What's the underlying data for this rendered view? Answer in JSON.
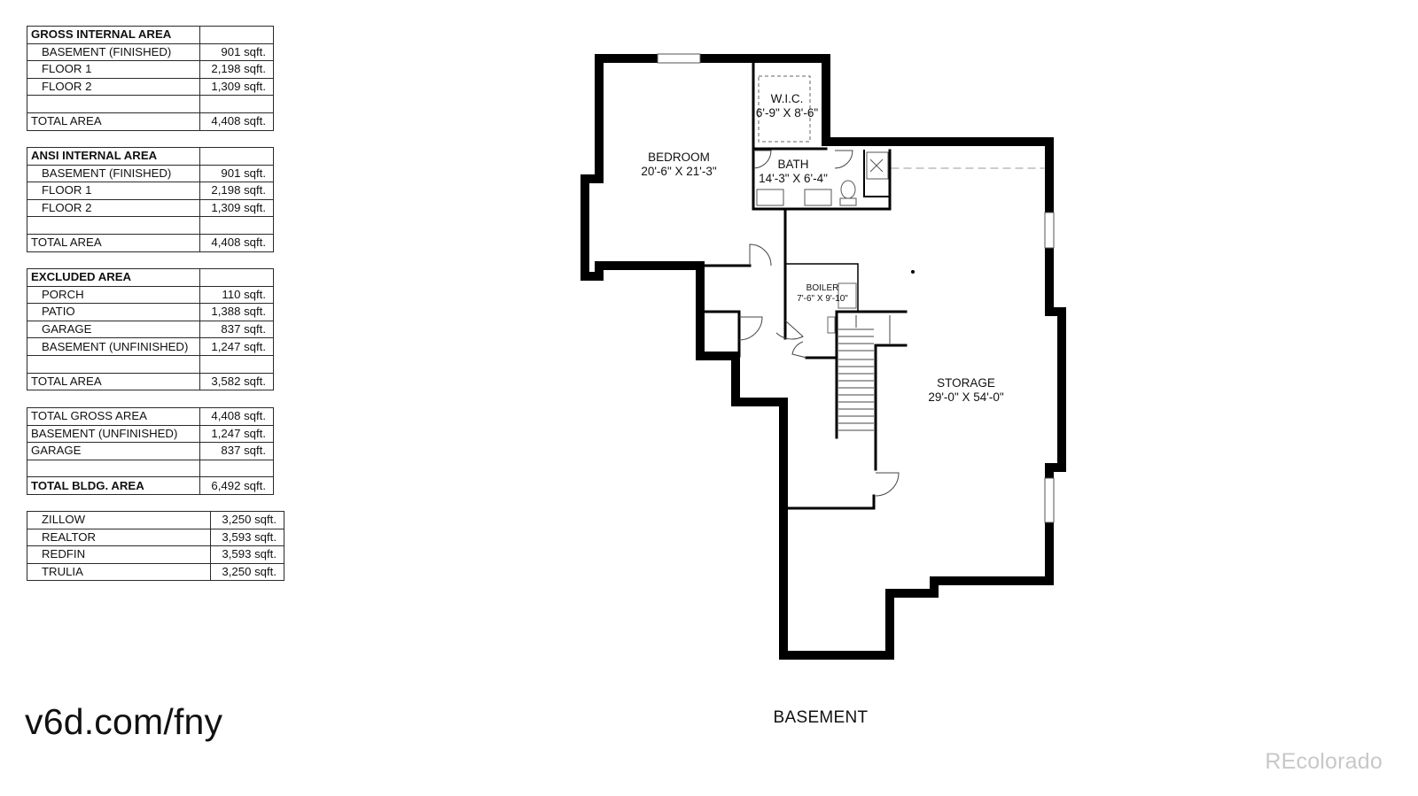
{
  "tables": {
    "gross": {
      "header": "GROSS INTERNAL AREA",
      "rows": [
        {
          "label": "BASEMENT (FINISHED)",
          "value": "901 sqft."
        },
        {
          "label": "FLOOR 1",
          "value": "2,198 sqft."
        },
        {
          "label": "FLOOR 2",
          "value": "1,309 sqft."
        }
      ],
      "total": {
        "label": "TOTAL AREA",
        "value": "4,408 sqft."
      }
    },
    "ansi": {
      "header": "ANSI INTERNAL AREA",
      "rows": [
        {
          "label": "BASEMENT (FINISHED)",
          "value": "901 sqft."
        },
        {
          "label": "FLOOR 1",
          "value": "2,198 sqft."
        },
        {
          "label": "FLOOR 2",
          "value": "1,309 sqft."
        }
      ],
      "total": {
        "label": "TOTAL AREA",
        "value": "4,408 sqft."
      }
    },
    "excluded": {
      "header": "EXCLUDED AREA",
      "rows": [
        {
          "label": "PORCH",
          "value": "110 sqft."
        },
        {
          "label": "PATIO",
          "value": "1,388 sqft."
        },
        {
          "label": "GARAGE",
          "value": "837 sqft."
        },
        {
          "label": "BASEMENT (UNFINISHED)",
          "value": "1,247 sqft."
        }
      ],
      "total": {
        "label": "TOTAL AREA",
        "value": "3,582 sqft."
      }
    },
    "summary": {
      "rows": [
        {
          "label": "TOTAL GROSS AREA",
          "value": "4,408 sqft."
        },
        {
          "label": "BASEMENT (UNFINISHED)",
          "value": "1,247 sqft."
        },
        {
          "label": "GARAGE",
          "value": "837 sqft."
        }
      ],
      "total": {
        "label": "TOTAL BLDG. AREA",
        "value": "6,492 sqft."
      }
    },
    "sites": {
      "rows": [
        {
          "label": "ZILLOW",
          "value": "3,250 sqft."
        },
        {
          "label": "REALTOR",
          "value": "3,593 sqft."
        },
        {
          "label": "REDFIN",
          "value": "3,593 sqft."
        },
        {
          "label": "TRULIA",
          "value": "3,250 sqft."
        }
      ]
    }
  },
  "rooms": {
    "bedroom": {
      "name": "BEDROOM",
      "dims": "20'-6\" X 21'-3\""
    },
    "wic": {
      "name": "W.I.C.",
      "dims": "6'-9\" X 8'-6\""
    },
    "bath": {
      "name": "BATH",
      "dims": "14'-3\" X 6'-4\""
    },
    "boiler": {
      "name": "BOILER",
      "dims": "7'-6\" X 9'-10\""
    },
    "storage": {
      "name": "STORAGE",
      "dims": "29'-0\" X 54'-0\""
    }
  },
  "floor_title": "BASEMENT",
  "site_url": "v6d.com/fny",
  "watermark": "REcolorado"
}
